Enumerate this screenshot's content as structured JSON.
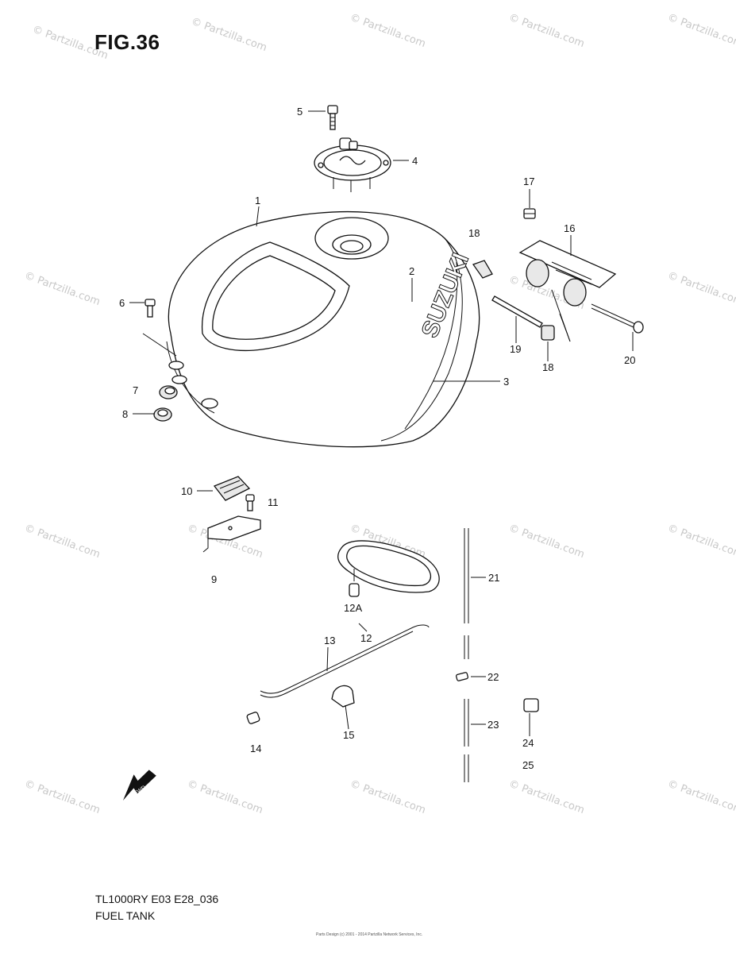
{
  "figure": {
    "title": "FIG.36"
  },
  "footer": {
    "model_code": "TL1000RY E03 E28_036",
    "section_name": "FUEL TANK",
    "copyright": "Parts Design (c) 2001 - 2014 Partzilla Network Services, Inc."
  },
  "tank": {
    "brand": "SUZUKI"
  },
  "watermark": {
    "text": "© Partzilla.com"
  },
  "arrow": {
    "label": "FWD"
  },
  "callouts": {
    "c1": "1",
    "c2": "2",
    "c3": "3",
    "c4": "4",
    "c5": "5",
    "c6": "6",
    "c7": "7",
    "c8": "8",
    "c9": "9",
    "c10": "10",
    "c11": "11",
    "c12": "12",
    "c12a": "12A",
    "c13": "13",
    "c14": "14",
    "c15": "15",
    "c16": "16",
    "c17": "17",
    "c18a": "18",
    "c18b": "18",
    "c19": "19",
    "c20": "20",
    "c21": "21",
    "c22": "22",
    "c23": "23",
    "c24": "24",
    "c25": "25"
  }
}
